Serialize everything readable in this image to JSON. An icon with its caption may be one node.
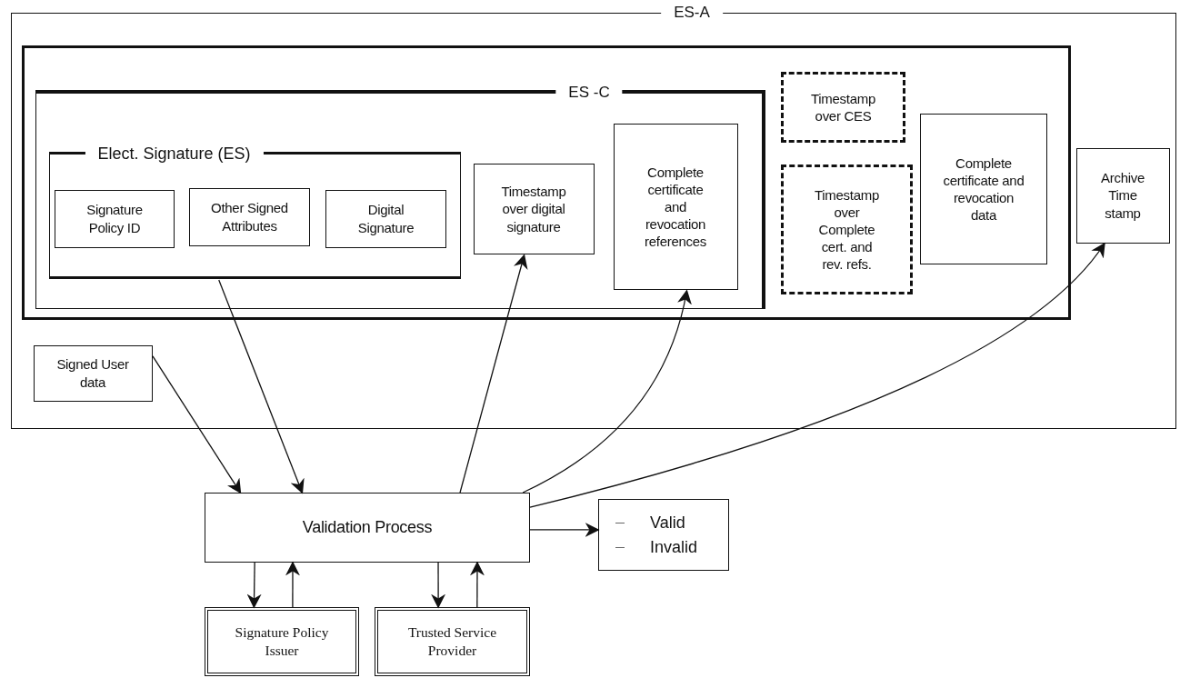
{
  "diagram": {
    "nodes": [
      {
        "text": [
          "ES-A"
        ]
      },
      {
        "text": [],
        "shape": "box",
        "in": 0
      },
      {
        "text": [
          "ES -C"
        ],
        "in": 1
      },
      {
        "text": [
          "Elect. Signature (ES)"
        ],
        "in": 2
      },
      {
        "text": [
          "Signature Policy ID"
        ],
        "in": 3
      },
      {
        "text": [
          "Other Signed Attributes"
        ],
        "in": 3
      },
      {
        "text": [
          "Digital Signature"
        ],
        "in": 3
      },
      {
        "text": [
          "Timestamp over digital signature"
        ],
        "in": 2
      },
      {
        "text": [
          "Complete certificate and revocation references"
        ],
        "in": 2
      },
      {
        "text": [
          "Timestamp over CES"
        ],
        "in": 1
      },
      {
        "text": [
          "Timestamp over Complete cert. and rev. refs."
        ],
        "in": 1
      },
      {
        "text": [
          "Complete certificate and revocation data"
        ],
        "in": 1
      },
      {
        "text": [
          "Archive Time stamp"
        ],
        "in": 0
      },
      {
        "text": [
          "Signed User data"
        ],
        "in": 0
      },
      {
        "text": [
          "Validation Process"
        ]
      },
      {
        "text": [
          "Valid",
          "Invalid"
        ]
      },
      {
        "text": [
          "Signature Policy Issuer"
        ]
      },
      {
        "text": [
          "Trusted Service Provider"
        ]
      }
    ],
    "edges": [
      {
        "from": 13,
        "to": 14,
        "arrow": "to"
      },
      {
        "from": 3,
        "to": 14,
        "arrow": "to"
      },
      {
        "from": 14,
        "to": 7,
        "arrow": "to"
      },
      {
        "from": 14,
        "to": 8,
        "arrow": "to"
      },
      {
        "from": 14,
        "to": 12,
        "arrow": "to"
      },
      {
        "from": 14,
        "to": 15,
        "arrow": "to"
      },
      {
        "from": 14,
        "to": 16,
        "arrow": "to"
      },
      {
        "from": 16,
        "to": 14,
        "arrow": "to"
      },
      {
        "from": 14,
        "to": 17,
        "arrow": "to"
      },
      {
        "from": 17,
        "to": 14,
        "arrow": "to"
      }
    ]
  }
}
